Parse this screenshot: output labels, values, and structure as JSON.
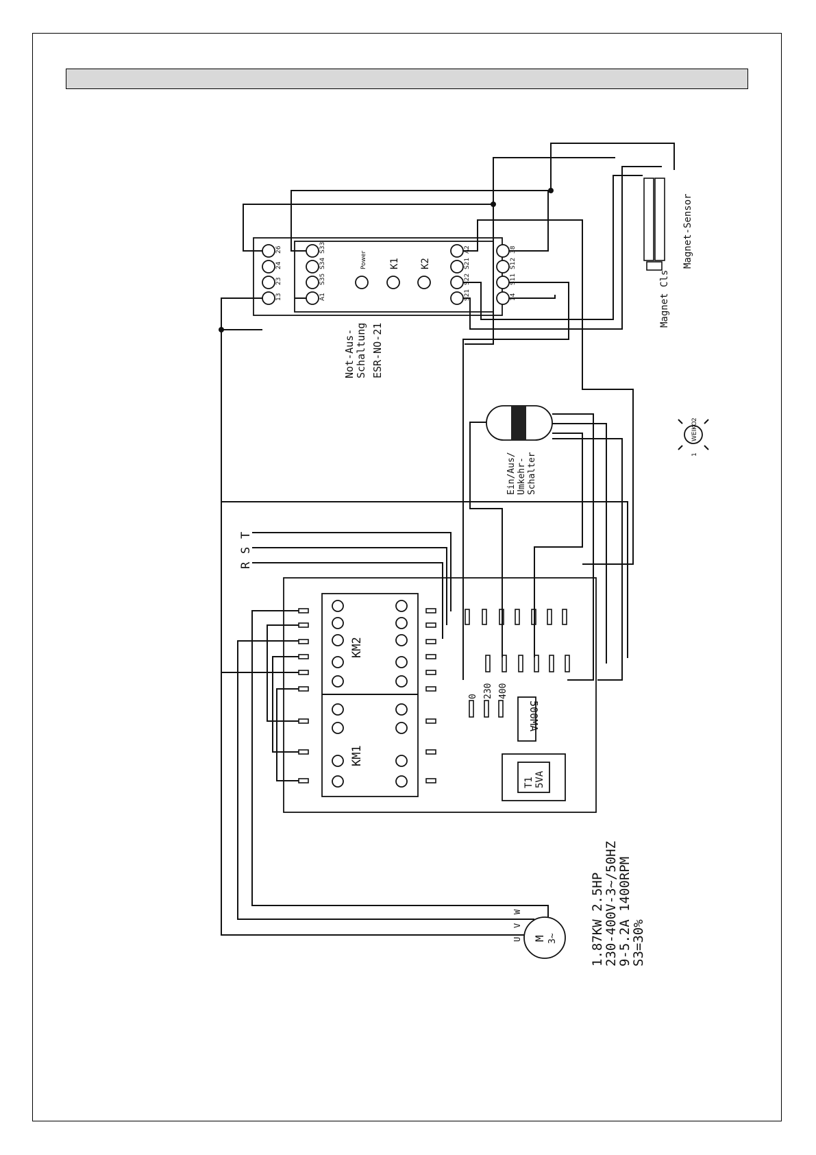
{
  "relay": {
    "label_line1": "Not-Aus-",
    "label_line2": "Schaltung",
    "model": "ESR-NO-21",
    "power": "Power",
    "k1": "K1",
    "k2": "K2",
    "top_terminals": [
      "13",
      "23",
      "24",
      "26"
    ],
    "upper_terminals": [
      "A1",
      "S35",
      "S34",
      "S33"
    ],
    "lower_terminals": [
      "S21",
      "S22",
      "S21",
      "A2"
    ],
    "bottom_terminals": [
      "14",
      "S11",
      "S12",
      "38"
    ]
  },
  "switch": {
    "line1": "Ein/Aus/",
    "line2": "Umkehr-",
    "line3": "Schalter"
  },
  "lamp": {
    "text": "WEIKO",
    "pin1": "1",
    "pin2": "2"
  },
  "magnet": {
    "magnet_label": "Magnet Cls",
    "sensor_label": "Magnet-Sensor"
  },
  "supply": {
    "phases": [
      "R",
      "S",
      "T"
    ]
  },
  "contactors": {
    "km1": "KM1",
    "km2": "KM2"
  },
  "transformer": {
    "taps": [
      "0",
      "230",
      "400"
    ],
    "fuse": "500MA",
    "t1_line1": "T1",
    "t1_line2": "5VA"
  },
  "motor": {
    "symbol": "M",
    "subsymbol": "3~",
    "terminals": [
      "U",
      "V",
      "W"
    ],
    "spec_line1": "1.87KW  2.5HP",
    "spec_line2": "230-400V-3~/50HZ",
    "spec_line3": "9-5.2A  1400RPM",
    "spec_line4": "S3=30%"
  }
}
